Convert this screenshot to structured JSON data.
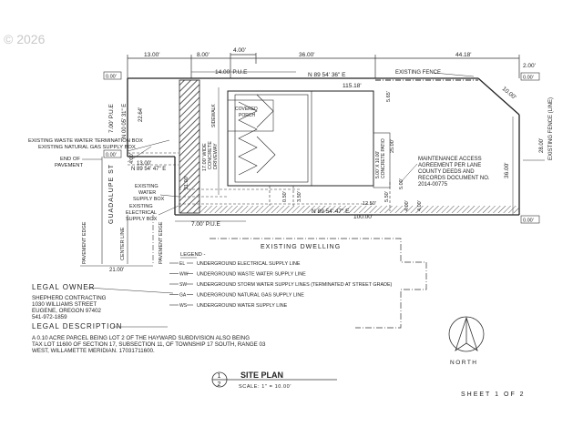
{
  "watermark": "© 2026",
  "dims": {
    "top_13": "13.00'",
    "top_8": "8.00'",
    "top_4": "4.00'",
    "top_36": "36.00'",
    "top_44": "44.18'",
    "pue14": "14.00' P.U.E",
    "bearing_top": "N 89 54' 36\" E",
    "len_115": "115.18'",
    "ref_left": "0.00'",
    "right_2": "2.00'",
    "right_10": "10.00'",
    "right_36": "36.00'",
    "right_28": "28.00'",
    "right_0a": "0.00'",
    "right_0b": "0.00'",
    "pue7_left": "7.00' P.U.E",
    "n00": "N 00 05' 31\" E",
    "w22": "22.64'",
    "small13": "13.00'",
    "bearing_mid": "N 89 54' 47\" E",
    "ref_mid": "0.00'",
    "pue7_bottom": "7.00' P.U.E",
    "bearing_bottom": "N 89 54' 47\" E",
    "len_100": "100.00'",
    "d550": "5.50'",
    "d500": "5.00'",
    "d400": "4.00'",
    "d400b": "4.00'",
    "d565": "5.65'",
    "d2500": "25.00'",
    "d350": "3.50'",
    "d050": "0.50'",
    "d1250": "12.50'",
    "d21": "21.00'",
    "d4_left": "4.00'",
    "d3_left": "3.00'"
  },
  "labels": {
    "existing_fence": "EXISTING FENCE",
    "existing_fence_line": "EXISTING FENCE (LINE)",
    "maintenance": [
      "MAINTENANCE ACCESS",
      "AGREEMENT PER LANE",
      "COUNTY DEEDS AND",
      "RECORDS DOCUMENT NO.",
      "2014-00775"
    ],
    "waste_box": "EXISTING WASTE WATER TERMINATION BOX",
    "gas_box": "EXISTING NATURAL GAS SUPPLY BOX",
    "end_pavement": [
      "END OF",
      "PAVEMENT"
    ],
    "water_box": [
      "EXISTING",
      "WATER",
      "SUPPLY BOX"
    ],
    "elec_box": [
      "EXISTING",
      "ELECTRICAL",
      "SUPPLY BOX"
    ],
    "street": "GUADALUPE ST",
    "pavement_edge": "PAVEMENT EDGE",
    "center_line": "CENTER LINE",
    "pavement_edge2": "PAVEMENT EDGE",
    "driveway": [
      "17.00' WIDE",
      "CONCRETE",
      "DRIVEWAY"
    ],
    "covered_porch": [
      "COVERED",
      "PORCH"
    ],
    "sidewalk": "SIDEWALK",
    "patio": [
      "5.00' X 10.00'",
      "CONCRETE PATIO"
    ],
    "existing_dwelling": "EXISTING   DWELLING"
  },
  "legend": {
    "title": "LEGEND -",
    "items": [
      {
        "code": "EL",
        "text": "UNDERGROUND ELECTRICAL SUPPLY LINE"
      },
      {
        "code": "WW",
        "text": "UNDERGROUND WASTE WATER SUPPLY LINE"
      },
      {
        "code": "SW",
        "text": "UNDERGROUND STORM WATER SUPPLY LINES (TERMINATED AT STREET GRADE)"
      },
      {
        "code": "GA",
        "text": "UNDERGROUND NATURAL GAS SUPPLY LINE"
      },
      {
        "code": "WS",
        "text": "UNDERGROUND WATER SUPPLY LINE"
      }
    ]
  },
  "owner": {
    "heading": "LEGAL  OWNER",
    "lines": [
      "SHEPHERD CONTRACTING",
      "1030 WILLIAMS STREET",
      "EUGENE, OREGON    97402",
      "541-972-1859"
    ]
  },
  "description": {
    "heading": "LEGAL  DESCRIPTION",
    "lines": [
      "A 0.10 ACRE PARCEL BEING LOT 2 OF THE HAYWARD SUBDIVISION ALSO BEING",
      "TAX LOT 11600 OF SECTION 17, SUBSECTION 11, OF TOWNSHIP 17 SOUTH, RANGE 03",
      "WEST, WILLAMETTE MERIDIAN. 17031711600."
    ]
  },
  "north": "NORTH",
  "title": {
    "num_top": "1",
    "num_bottom": "2",
    "name": "SITE PLAN",
    "scale": "SCALE: 1\" = 10.00'"
  },
  "sheet": "SHEET  1  OF  2"
}
